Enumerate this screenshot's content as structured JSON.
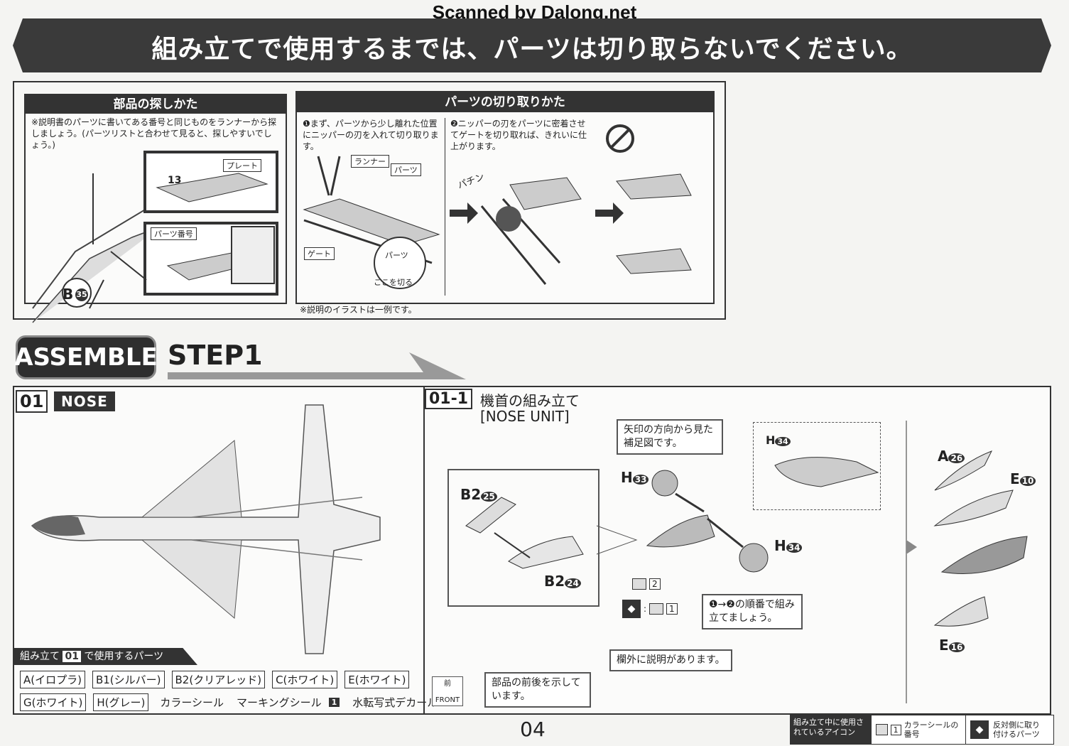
{
  "watermark": "Scanned by Dalong.net",
  "banner": "組み立てで使用するまでは、パーツは切り取らないでください。",
  "find": {
    "header": "部品の探しかた",
    "body": "※説明書のパーツに書いてある番号と同じものをランナーから探しましょう。(パーツリストと合わせて見ると、探しやすいでしょう。)",
    "label_plate": "プレート",
    "label_partno": "パーツ番号",
    "part_letter": "B",
    "part_num": "35",
    "plate_num": "13"
  },
  "cut": {
    "header": "パーツの切り取りかた",
    "step1_num": "❶",
    "step1": "まず、パーツから少し離れた位置にニッパーの刃を入れて切り取ります。",
    "step2_num": "❷",
    "step2": "ニッパーの刃をパーツに密着させてゲートを切り取れば、きれいに仕上がります。",
    "label_runner": "ランナー",
    "label_parts": "パーツ",
    "label_gate": "ゲート",
    "label_cut_here": "ここを切る",
    "label_parts2": "パーツ",
    "snap": "パチン",
    "note": "※説明のイラストは一例です。"
  },
  "assemble": {
    "pill": "ASSEMBLE",
    "step": "STEP1"
  },
  "nose": {
    "num": "01",
    "title": "NOSE",
    "parts_header": "組み立て",
    "parts_header_num": "01",
    "parts_header_tail": "で使用するパーツ",
    "parts": [
      "A(イロプラ)",
      "B1(シルバー)",
      "B2(クリアレッド)",
      "C(ホワイト)",
      "E(ホワイト)",
      "G(ホワイト)",
      "H(グレー)"
    ],
    "extras": [
      "カラーシール",
      "マーキングシール",
      "水転写式デカール"
    ],
    "marking_num": "1"
  },
  "noseunit": {
    "num": "01-1",
    "title_jp": "機首の組み立て",
    "title_en": "[NOSE UNIT]",
    "callout_view": "矢印の方向から見た補足図です。",
    "callout_order": "❶→❷の順番で組み立てましょう。",
    "callout_outside": "欄外に説明があります。",
    "callout_front": "部品の前後を示しています。",
    "front_top": "前",
    "front_bottom": "FRONT",
    "labels": {
      "b2a": "B2",
      "b2a_num": "25",
      "b2b": "B2",
      "b2b_num": "24",
      "h33": "H",
      "h33_num": "33",
      "h34a": "H",
      "h34a_num": "34",
      "h34b": "H",
      "h34b_num": "34",
      "a26": "A",
      "a26_num": "26",
      "e10": "E",
      "e10_num": "10",
      "e16": "E",
      "e16_num": "16",
      "seal1": "2",
      "seal2": "1"
    }
  },
  "page_number": "04",
  "legend": {
    "title": "組み立て中に使用されているアイコン",
    "seal": "カラーシールの番号",
    "seal_num": "1",
    "mirror": "反対側に取り付けるパーツ"
  }
}
